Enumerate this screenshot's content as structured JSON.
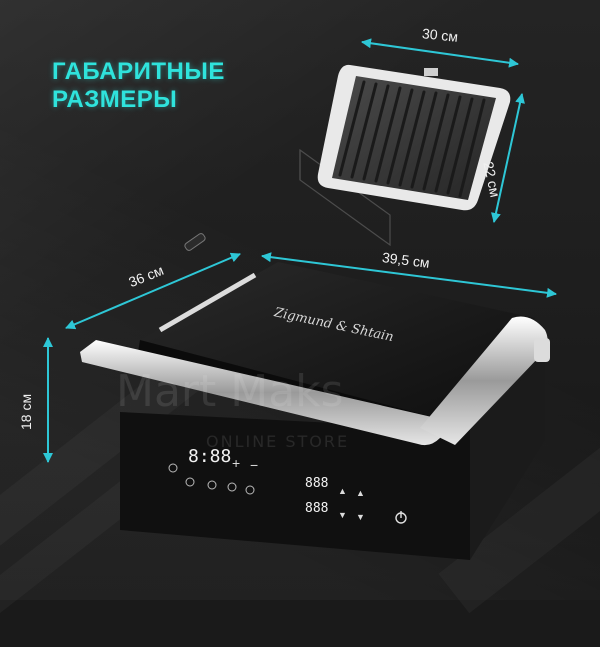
{
  "headline": {
    "line1": "ГАБАРИТНЫЕ",
    "line2": "РАЗМЕРЫ"
  },
  "dimensions": {
    "plate_width": "30 см",
    "plate_depth": "22 см",
    "grill_width": "39,5 см",
    "grill_depth": "36 см",
    "grill_height": "18 см"
  },
  "brand": "Zigmund & Shtain",
  "watermark": {
    "name": "Mart Maks",
    "tagline": "ONLINE STORE"
  },
  "panel": {
    "main_display": "8:88",
    "display_upper": "888",
    "display_lower": "888",
    "plus": "+",
    "minus": "−",
    "up_arrow": "▲",
    "down_arrow": "▼"
  },
  "colors": {
    "accent": "#2fe3dc",
    "arrow": "#2ec7d6",
    "body": "#141414"
  }
}
